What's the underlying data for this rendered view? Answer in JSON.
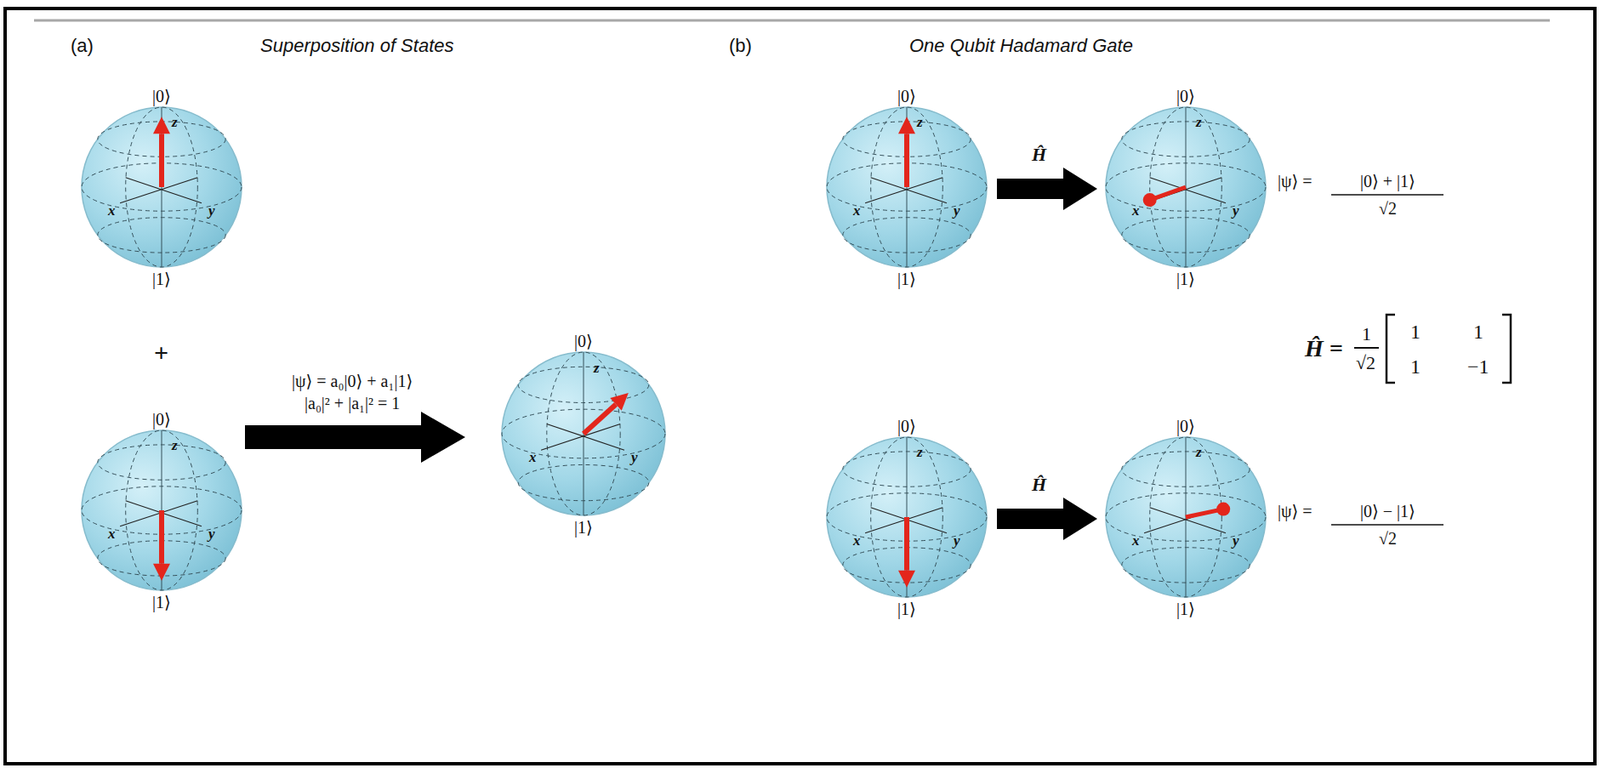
{
  "diagram": {
    "labels": [
      "(a)",
      "Superposition of States",
      "(b)",
      "One Qubit Hadamard Gate",
      "|0⟩",
      "z",
      "x",
      "y",
      "|1⟩",
      "|0⟩",
      "z",
      "x",
      "y",
      "|1⟩",
      "|0⟩",
      "z",
      "x",
      "y",
      "|1⟩",
      "|0⟩",
      "z",
      "x",
      "y",
      "|1⟩",
      "|0⟩",
      "z",
      "x",
      "y",
      "|1⟩",
      "|0⟩",
      "z",
      "x",
      "y",
      "|1⟩",
      "|0⟩",
      "z",
      "x",
      "y",
      "|1⟩",
      "+",
      "|ψ⟩ = a₀|0⟩ + a₁|1⟩",
      "|a₀|² + |a₁|² = 1",
      "Ĥ",
      "|ψ⟩ =",
      "|0⟩ + |1⟩",
      "√2",
      "Ĥ =",
      "1",
      "√2",
      "1",
      "1",
      "1",
      "−1",
      "Ĥ",
      "|ψ⟩ =",
      "|0⟩ − |1⟩",
      "√2"
    ]
  }
}
